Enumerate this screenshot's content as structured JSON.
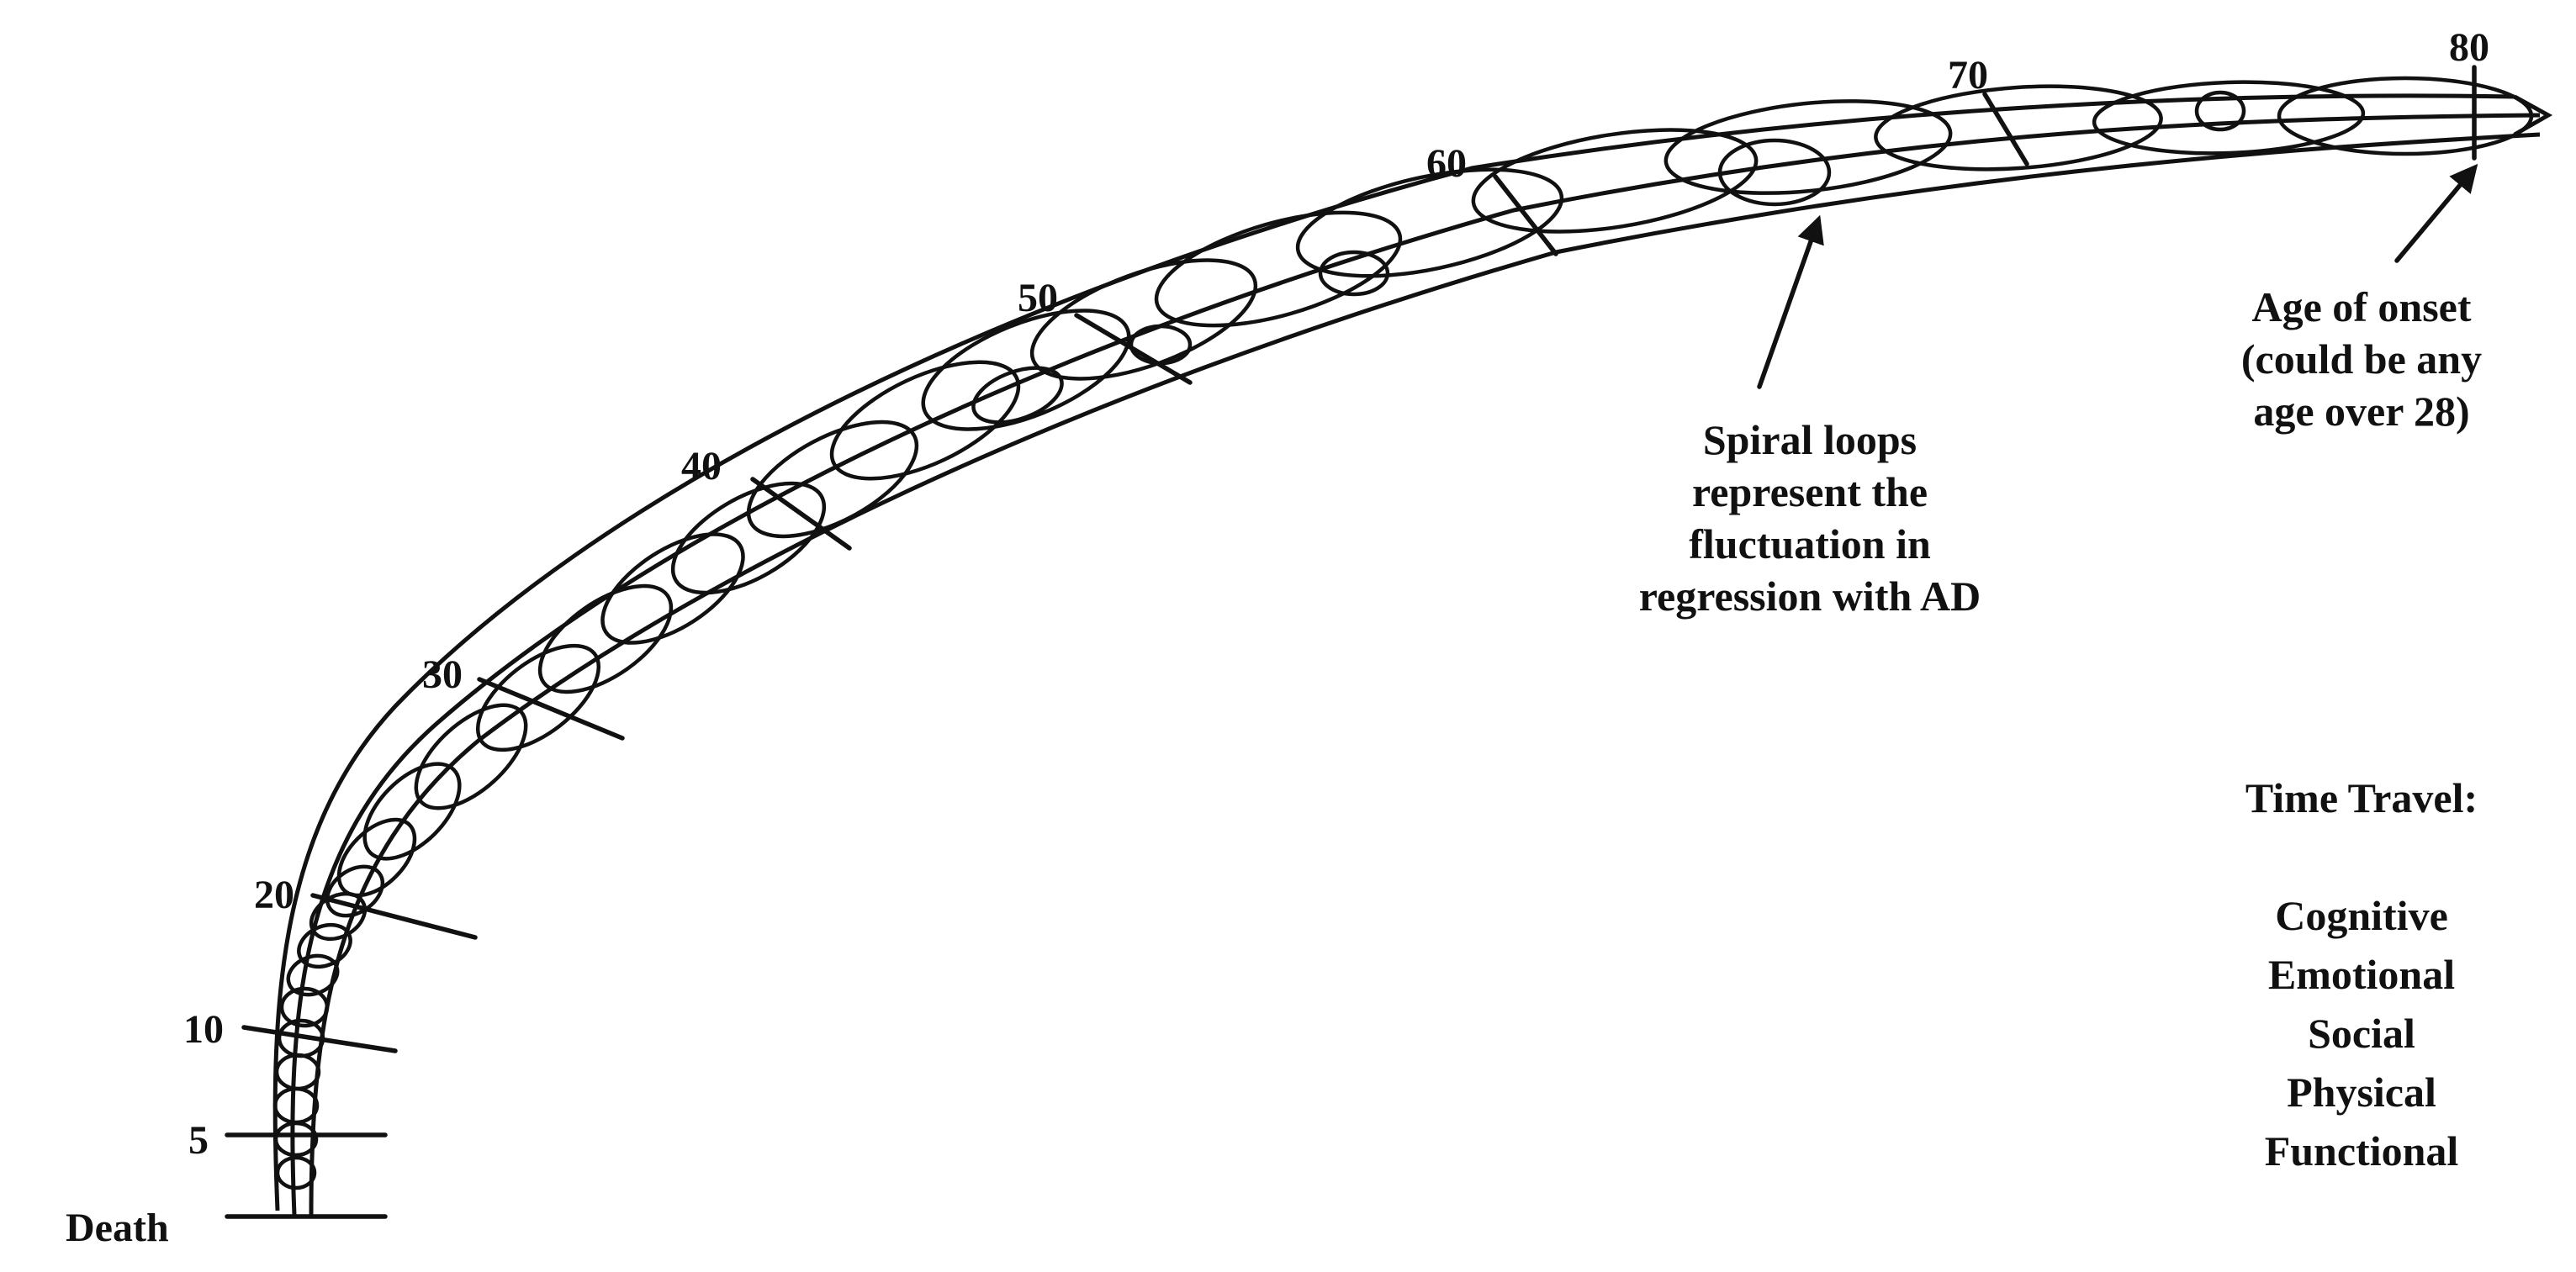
{
  "diagram": {
    "age_markers": [
      {
        "id": "death",
        "label": "Death"
      },
      {
        "id": "age-5",
        "label": "5"
      },
      {
        "id": "age-10",
        "label": "10"
      },
      {
        "id": "age-20",
        "label": "20"
      },
      {
        "id": "age-30",
        "label": "30"
      },
      {
        "id": "age-40",
        "label": "40"
      },
      {
        "id": "age-50",
        "label": "50"
      },
      {
        "id": "age-60",
        "label": "60"
      },
      {
        "id": "age-70",
        "label": "70"
      },
      {
        "id": "age-80",
        "label": "80"
      }
    ],
    "spiral_note": {
      "lines": [
        "Spiral loops",
        "represent the",
        "fluctuation in",
        "regression with AD"
      ]
    },
    "onset_note": {
      "lines": [
        "Age of onset",
        "(could be any",
        "age over 28)"
      ]
    },
    "time_travel": {
      "heading": "Time Travel:",
      "items": [
        "Cognitive",
        "Emotional",
        "Social",
        "Physical",
        "Functional"
      ]
    }
  }
}
